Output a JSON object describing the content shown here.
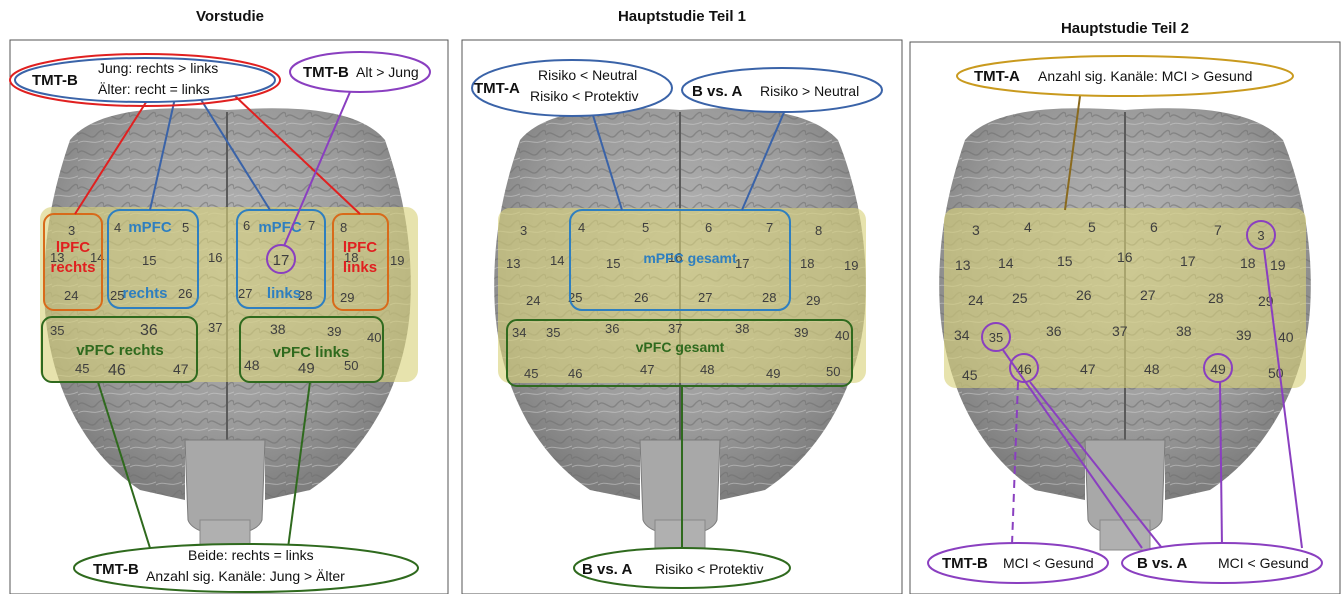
{
  "panels": [
    {
      "title": "Vorstudie",
      "regions": {
        "lpfc_r": [
          "lPFC",
          "rechts"
        ],
        "mpfc_r": [
          "mPFC",
          "rechts"
        ],
        "mpfc_l": [
          "mPFC",
          "links"
        ],
        "lpfc_l": [
          "lPFC",
          "links"
        ],
        "vpfc_r": "vPFC rechts",
        "vpfc_l": "vPFC links"
      },
      "callouts": {
        "tmtb1": {
          "tag": "TMT-B",
          "line1": "Jung: rechts > links",
          "line2": "Älter: recht = links"
        },
        "tmtb2": {
          "tag": "TMT-B",
          "text": "Alt > Jung"
        },
        "tmtb3": {
          "tag": "TMT-B",
          "line1": "Beide: rechts = links",
          "line2": "Anzahl sig. Kanäle: Jung > Älter"
        }
      }
    },
    {
      "title": "Hauptstudie Teil 1",
      "regions": {
        "mpfc": "mPFC gesamt",
        "vpfc": "vPFC gesamt"
      },
      "callouts": {
        "tmta": {
          "tag": "TMT-A",
          "line1": "Risiko < Neutral",
          "line2": "Risiko < Protektiv"
        },
        "bva1": {
          "tag": "B vs. A",
          "text": "Risiko > Neutral"
        },
        "bva2": {
          "tag": "B vs. A",
          "text": "Risiko < Protektiv"
        }
      }
    },
    {
      "title": "Hauptstudie Teil 2",
      "callouts": {
        "tmta": {
          "tag": "TMT-A",
          "text": "Anzahl sig. Kanäle: MCI > Gesund"
        },
        "tmtb": {
          "tag": "TMT-B",
          "text": "MCI < Gesund"
        },
        "bva": {
          "tag": "B vs. A",
          "text": "MCI < Gesund"
        }
      }
    }
  ],
  "channels": [
    "3",
    "4",
    "5",
    "6",
    "7",
    "8",
    "13",
    "14",
    "15",
    "16",
    "17",
    "18",
    "19",
    "24",
    "25",
    "26",
    "27",
    "28",
    "29",
    "34",
    "35",
    "36",
    "37",
    "38",
    "39",
    "40",
    "45",
    "46",
    "47",
    "48",
    "49",
    "50"
  ],
  "colors": {
    "red": "#e02020",
    "blue": "#3a63a8",
    "purple": "#8a3fc0",
    "green": "#2f6a1e",
    "gold": "#c99a1e",
    "orange": "#d86a1a",
    "region_blue": "#2e7fc0",
    "overlay": "#d8d27a"
  }
}
